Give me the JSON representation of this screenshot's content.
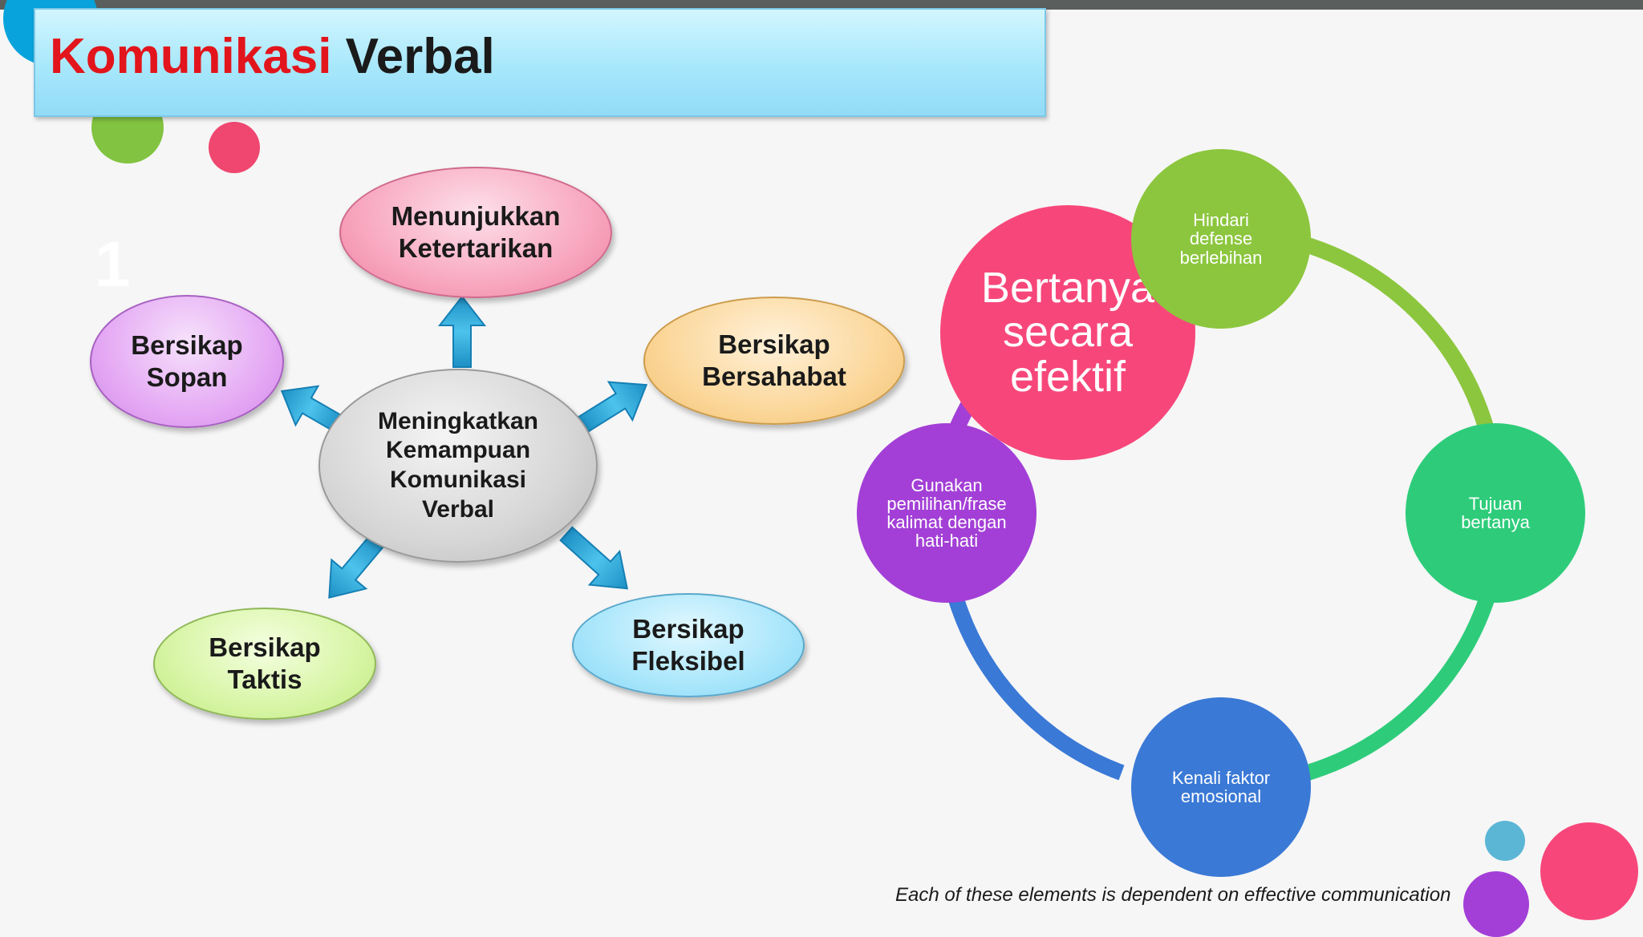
{
  "title": {
    "part1": "Komunikasi",
    "part2": "Verbal"
  },
  "side_number": "1",
  "mindmap": {
    "center": [
      "Meningkatkan",
      "Kemampuan",
      "Komunikasi",
      "Verbal"
    ],
    "top": [
      "Menunjukkan",
      "Ketertarikan"
    ],
    "left": [
      "Bersikap",
      "Sopan"
    ],
    "right": [
      "Bersikap",
      "Bersahabat"
    ],
    "bottom_left": [
      "Bersikap",
      "Taktis"
    ],
    "bottom_right": [
      "Bersikap",
      "Fleksibel"
    ]
  },
  "cycle": {
    "main": [
      "Bertanya",
      "secara",
      "efektif"
    ],
    "hindari": [
      "Hindari",
      "defense",
      "berlebihan"
    ],
    "tujuan": [
      "Tujuan",
      "bertanya"
    ],
    "kenali": [
      "Kenali faktor",
      "emosional"
    ],
    "gunakan": [
      "Gunakan",
      "pemilihan/frase",
      "kalimat dengan",
      "hati-hati"
    ]
  },
  "caption": "Each of these elements is dependent on effective communication",
  "colors": {
    "title_red": "#e2151c",
    "ring_green": "#8cc63e",
    "ring_teal": "#2ecc7a",
    "ring_blue": "#3a79d6",
    "ring_purple": "#a33fd6",
    "pink": "#f7477a"
  }
}
